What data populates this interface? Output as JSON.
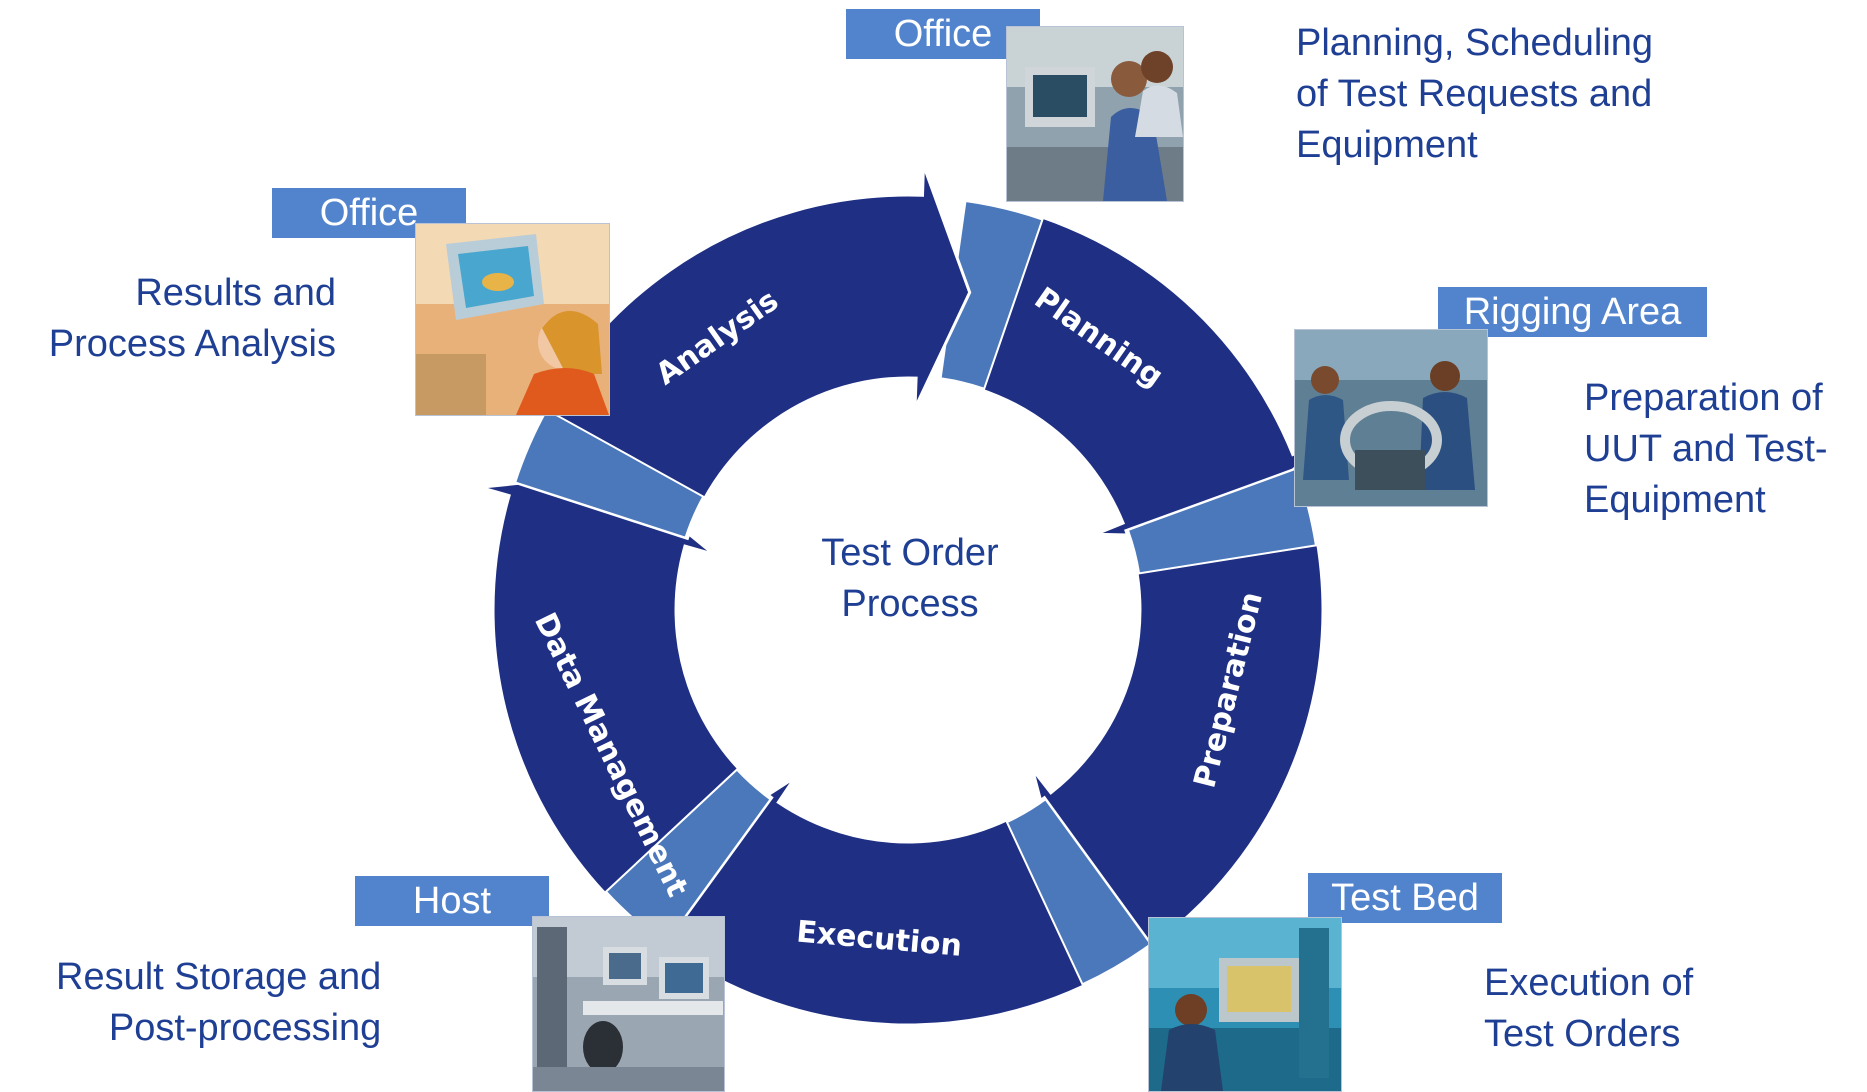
{
  "center": {
    "line1": "Test Order",
    "line2": "Process"
  },
  "stages": [
    {
      "id": "planning",
      "label": "Planning"
    },
    {
      "id": "preparation",
      "label": "Preparation"
    },
    {
      "id": "execution",
      "label": "Execution"
    },
    {
      "id": "data_management",
      "label": "Data Management"
    },
    {
      "id": "analysis",
      "label": "Analysis"
    }
  ],
  "locations": {
    "planning": {
      "tag": "Office",
      "lines": [
        "Planning, Scheduling",
        "of Test Requests and",
        "Equipment"
      ]
    },
    "preparation": {
      "tag": "Rigging Area",
      "lines": [
        "Preparation of",
        "UUT and Test-",
        "Equipment"
      ]
    },
    "execution": {
      "tag": "Test Bed",
      "lines": [
        "Execution of",
        "Test Orders"
      ]
    },
    "data_management": {
      "tag": "Host",
      "lines": [
        "Result Storage and",
        "Post-processing"
      ]
    },
    "analysis": {
      "tag": "Office",
      "lines": [
        "Results and",
        "Process Analysis"
      ]
    }
  },
  "colors": {
    "arrow_dark": "#1e2f84",
    "arrow_light": "#4b78bb",
    "arrow_shadow": "#132266",
    "tag_bg": "#5283cd",
    "text": "#1e3f93"
  }
}
